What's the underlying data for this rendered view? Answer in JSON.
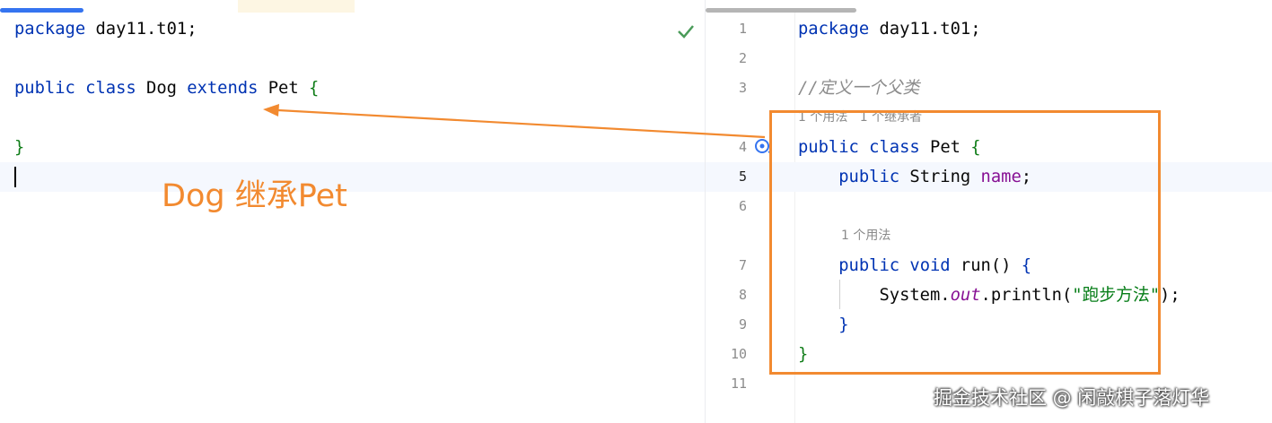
{
  "left_editor": {
    "lines": [
      [
        {
          "t": "package",
          "c": "kw"
        },
        {
          "t": " day11.t01;",
          "c": "plain"
        }
      ],
      [],
      [
        {
          "t": "public",
          "c": "kw"
        },
        {
          "t": " ",
          "c": "plain"
        },
        {
          "t": "class",
          "c": "kw"
        },
        {
          "t": " Dog ",
          "c": "plain"
        },
        {
          "t": "extends",
          "c": "kw"
        },
        {
          "t": " Pet ",
          "c": "plain"
        },
        {
          "t": "{",
          "c": "brace"
        }
      ],
      [],
      [
        {
          "t": "}",
          "c": "brace"
        }
      ],
      []
    ],
    "status_icon": "checkmark-icon"
  },
  "right_editor": {
    "lines": [
      {
        "num": "1",
        "tokens": [
          {
            "t": "package",
            "c": "kw"
          },
          {
            "t": " day11.t01;",
            "c": "plain"
          }
        ]
      },
      {
        "num": "2",
        "tokens": []
      },
      {
        "num": "3",
        "tokens": [
          {
            "t": "//定义一个父类",
            "c": "cmt"
          }
        ]
      },
      {
        "hint": "1 个用法   1 个继承者"
      },
      {
        "num": "4",
        "tokens": [
          {
            "t": "public",
            "c": "kw"
          },
          {
            "t": " ",
            "c": "plain"
          },
          {
            "t": "class",
            "c": "kw"
          },
          {
            "t": " Pet ",
            "c": "plain"
          },
          {
            "t": "{",
            "c": "brace"
          }
        ],
        "icon": "override-marker-icon"
      },
      {
        "num": "5",
        "tokens": [
          {
            "t": "    ",
            "c": "plain"
          },
          {
            "t": "public",
            "c": "kw"
          },
          {
            "t": " String ",
            "c": "plain"
          },
          {
            "t": "name",
            "c": "fld"
          },
          {
            "t": ";",
            "c": "plain"
          }
        ],
        "current": true
      },
      {
        "num": "6",
        "tokens": []
      },
      {
        "hint": "1 个用法"
      },
      {
        "num": "7",
        "tokens": [
          {
            "t": "    ",
            "c": "plain"
          },
          {
            "t": "public",
            "c": "kw"
          },
          {
            "t": " ",
            "c": "plain"
          },
          {
            "t": "void",
            "c": "kw"
          },
          {
            "t": " run() ",
            "c": "plain"
          },
          {
            "t": "{",
            "c": "brace2"
          }
        ]
      },
      {
        "num": "8",
        "tokens": [
          {
            "t": "        System.",
            "c": "plain"
          },
          {
            "t": "out",
            "c": "sfld"
          },
          {
            "t": ".println(",
            "c": "plain"
          },
          {
            "t": "\"跑步方法\"",
            "c": "str"
          },
          {
            "t": ");",
            "c": "plain"
          }
        ]
      },
      {
        "num": "9",
        "tokens": [
          {
            "t": "    ",
            "c": "plain"
          },
          {
            "t": "}",
            "c": "brace2"
          }
        ]
      },
      {
        "num": "10",
        "tokens": [
          {
            "t": "}",
            "c": "brace"
          }
        ]
      },
      {
        "num": "11",
        "tokens": []
      }
    ]
  },
  "annotation": {
    "text": "Dog 继承Pet",
    "color": "#f28a30"
  },
  "watermark": {
    "text": "掘金技术社区 @ 闲敲棋子落灯华"
  },
  "colors": {
    "keyword": "#0033b3",
    "field": "#871094",
    "string": "#067d17",
    "comment": "#8c8c8c",
    "brace": "#0e7c17",
    "annotation": "#f28a30",
    "tab_accent_left": "#3574f0",
    "tab_accent_right": "#b5b5b5"
  }
}
